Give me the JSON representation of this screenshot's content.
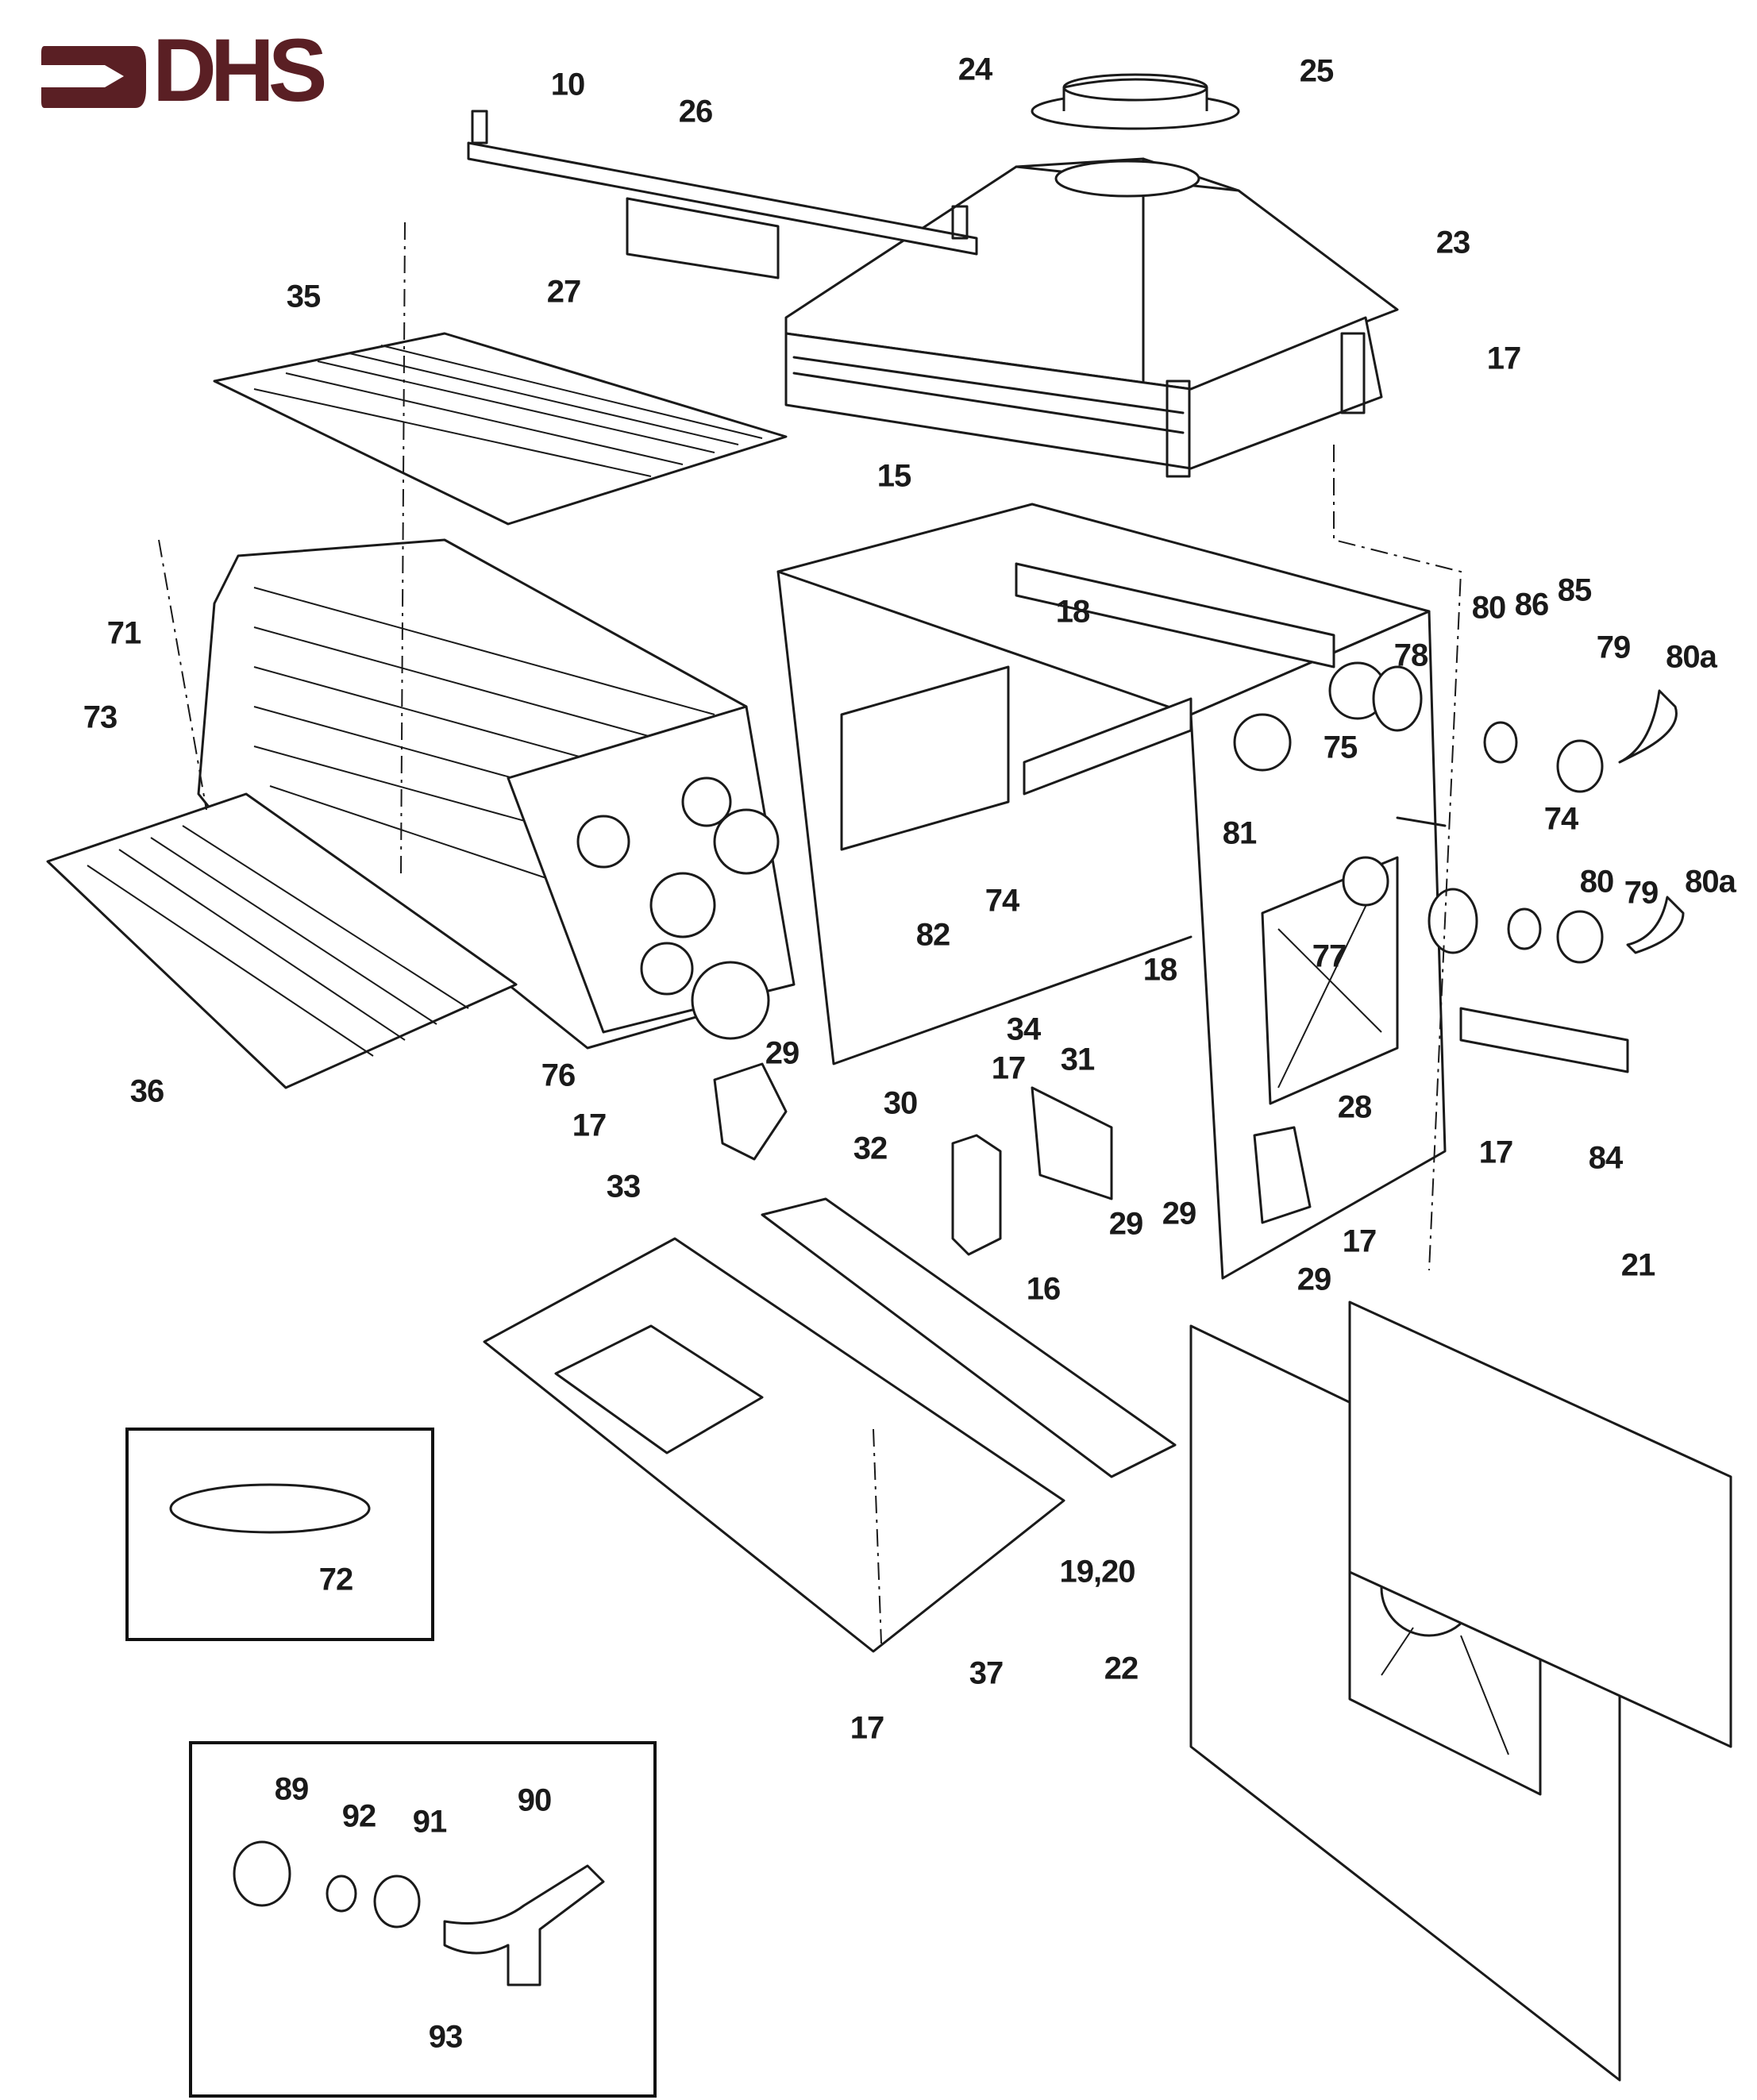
{
  "brand": {
    "name": "DHS",
    "color": "#5a1f24"
  },
  "diagram": {
    "title": "Boiler exploded parts view",
    "labels": [
      {
        "id": "10",
        "text": "10"
      },
      {
        "id": "26",
        "text": "26"
      },
      {
        "id": "24",
        "text": "24"
      },
      {
        "id": "25",
        "text": "25"
      },
      {
        "id": "23",
        "text": "23"
      },
      {
        "id": "27",
        "text": "27"
      },
      {
        "id": "35",
        "text": "35"
      },
      {
        "id": "17a",
        "text": "17"
      },
      {
        "id": "15",
        "text": "15"
      },
      {
        "id": "71",
        "text": "71"
      },
      {
        "id": "73",
        "text": "73"
      },
      {
        "id": "18a",
        "text": "18"
      },
      {
        "id": "80a1",
        "text": "80"
      },
      {
        "id": "86",
        "text": "86"
      },
      {
        "id": "85",
        "text": "85"
      },
      {
        "id": "78",
        "text": "78"
      },
      {
        "id": "79a",
        "text": "79"
      },
      {
        "id": "80aa",
        "text": "80a"
      },
      {
        "id": "75",
        "text": "75"
      },
      {
        "id": "74a",
        "text": "74"
      },
      {
        "id": "74b",
        "text": "74"
      },
      {
        "id": "81",
        "text": "81"
      },
      {
        "id": "82",
        "text": "82"
      },
      {
        "id": "80b",
        "text": "80"
      },
      {
        "id": "79b",
        "text": "79"
      },
      {
        "id": "80ab",
        "text": "80a"
      },
      {
        "id": "77",
        "text": "77"
      },
      {
        "id": "18b",
        "text": "18"
      },
      {
        "id": "36",
        "text": "36"
      },
      {
        "id": "76",
        "text": "76"
      },
      {
        "id": "29a",
        "text": "29"
      },
      {
        "id": "34",
        "text": "34"
      },
      {
        "id": "31",
        "text": "31"
      },
      {
        "id": "17b",
        "text": "17"
      },
      {
        "id": "30",
        "text": "30"
      },
      {
        "id": "17c",
        "text": "17"
      },
      {
        "id": "28",
        "text": "28"
      },
      {
        "id": "17d",
        "text": "17"
      },
      {
        "id": "84",
        "text": "84"
      },
      {
        "id": "32",
        "text": "32"
      },
      {
        "id": "33",
        "text": "33"
      },
      {
        "id": "29b",
        "text": "29"
      },
      {
        "id": "29c",
        "text": "29"
      },
      {
        "id": "29d",
        "text": "29"
      },
      {
        "id": "17e",
        "text": "17"
      },
      {
        "id": "21",
        "text": "21"
      },
      {
        "id": "16",
        "text": "16"
      },
      {
        "id": "72",
        "text": "72"
      },
      {
        "id": "1920",
        "text": "19,20"
      },
      {
        "id": "22",
        "text": "22"
      },
      {
        "id": "37",
        "text": "37"
      },
      {
        "id": "17f",
        "text": "17"
      },
      {
        "id": "89",
        "text": "89"
      },
      {
        "id": "92",
        "text": "92"
      },
      {
        "id": "91",
        "text": "91"
      },
      {
        "id": "90",
        "text": "90"
      },
      {
        "id": "93",
        "text": "93"
      }
    ]
  }
}
